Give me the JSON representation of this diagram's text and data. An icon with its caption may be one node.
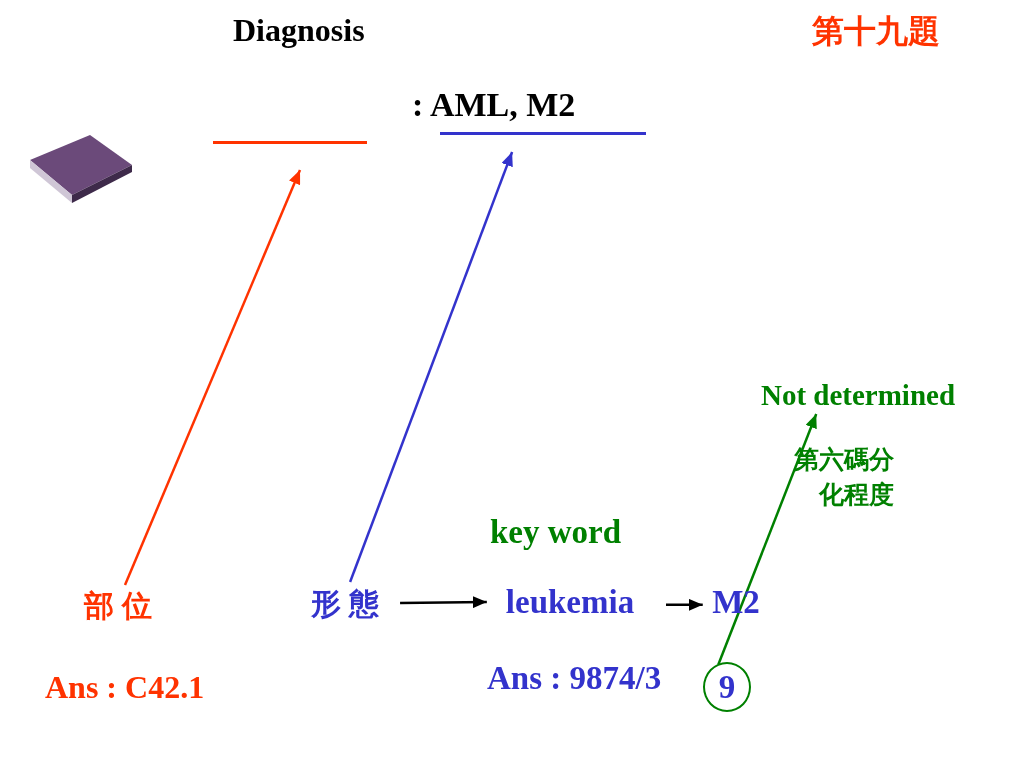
{
  "diagram": {
    "title": "Diagnosis",
    "nodes": [
      {
        "text": [],
        "shape": "line"
      },
      {
        "text": [],
        "shape": "line"
      },
      {
        "text": [
          "部 位"
        ]
      },
      {
        "text": [
          "形 態"
        ]
      },
      {
        "text": [
          "leukemia"
        ]
      },
      {
        "text": [
          "M2"
        ]
      },
      {
        "text": [
          "Not determined"
        ]
      },
      {
        "text": [
          "9"
        ]
      }
    ],
    "edges": [
      {
        "from": 2,
        "to": 0,
        "arrow": "to",
        "color": "#ff3300"
      },
      {
        "from": 3,
        "to": 1,
        "arrow": "to",
        "color": "#3333cc"
      },
      {
        "from": 3,
        "to": 4,
        "arrow": "to"
      },
      {
        "from": 4,
        "to": 5,
        "arrow": "to"
      },
      {
        "from": 7,
        "to": 6,
        "arrow": "to",
        "color": "#008000"
      }
    ],
    "labels": [
      "第十九題",
      ": AML, M2",
      "key word",
      "第六碼分化程度",
      "Ans : C42.1",
      "Ans : 9874/3"
    ]
  }
}
